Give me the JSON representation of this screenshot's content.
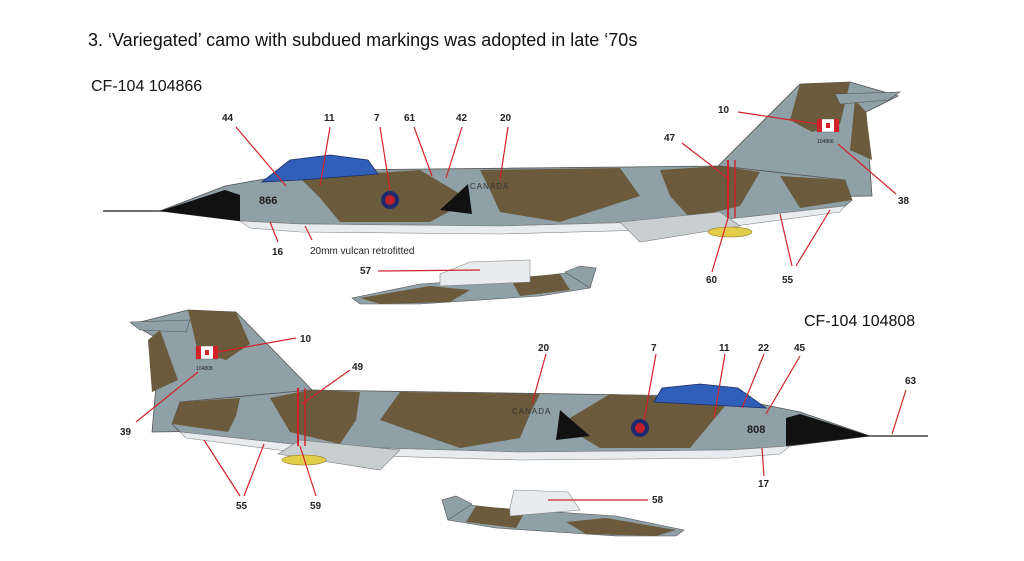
{
  "heading": "3. ‘Variegated’ camo with subdued markings was adopted in late ‘70s",
  "aircraft": [
    {
      "title": "CF-104 104866",
      "modex": "866",
      "fuselage_text": "CANADA",
      "tail_serial": "104866",
      "note": "20mm vulcan retrofitted",
      "callouts": [
        "44",
        "11",
        "7",
        "61",
        "42",
        "20",
        "10",
        "47",
        "38",
        "16",
        "57",
        "60",
        "55"
      ]
    },
    {
      "title": "CF-104 104808",
      "modex": "808",
      "fuselage_text": "CANADA",
      "tail_serial": "104808",
      "callouts": [
        "10",
        "49",
        "20",
        "7",
        "11",
        "22",
        "45",
        "63",
        "39",
        "17",
        "55",
        "59",
        "58"
      ]
    }
  ],
  "colors": {
    "grey": "#8fa0a6",
    "brown": "#6b5a3c",
    "light_grey": "#c9cfd1",
    "underside": "#e8ecee",
    "nose": "#111111",
    "canopy": "#2f5fb8",
    "roundel_red": "#c2202b",
    "roundel_blue": "#1d2a6e",
    "leader": "#d2232a"
  }
}
